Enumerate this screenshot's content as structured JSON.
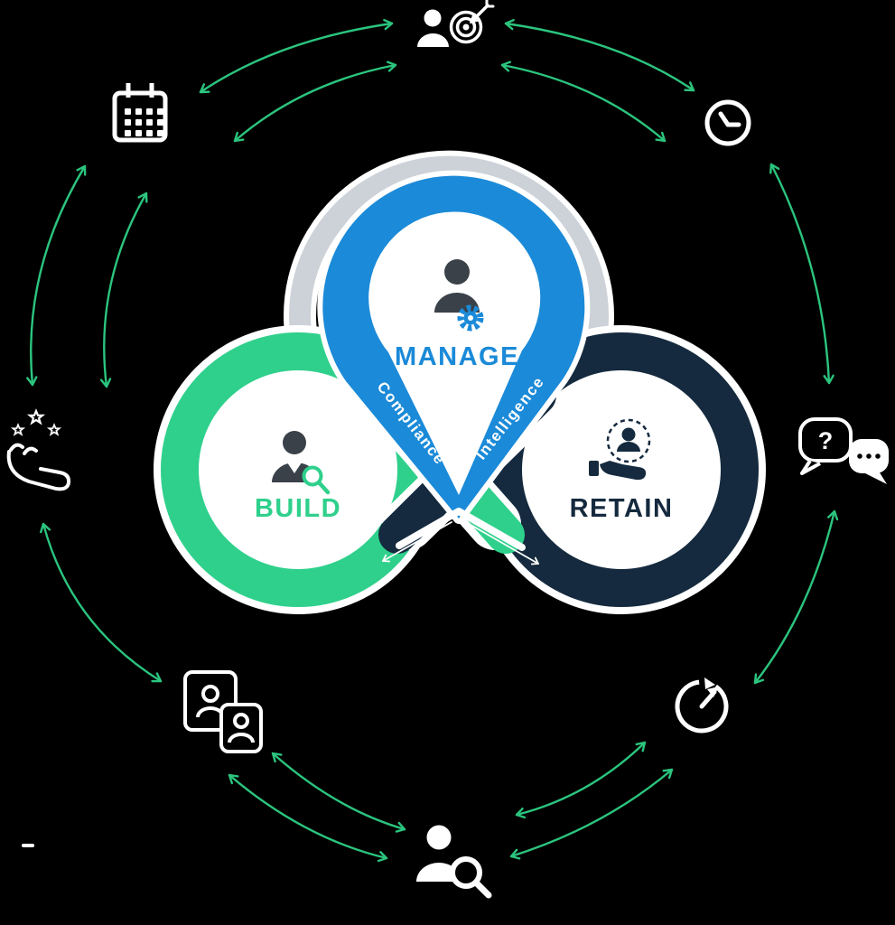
{
  "diagram": {
    "loops": {
      "manage": {
        "label": "MANAGE",
        "color": "#1b8ad8"
      },
      "build": {
        "label": "BUILD",
        "color": "#2fd08c"
      },
      "retain": {
        "label": "RETAIN",
        "color": "#152a3e"
      }
    },
    "ribbon": {
      "left_label": "Compliance",
      "right_label": "Intelligence"
    },
    "chat_bubble": {
      "question_mark": "?"
    },
    "colors": {
      "background": "#000000",
      "cycle_arrows": "#2bc57e",
      "outline": "#ffffff",
      "person_silhouette": "#3a4149",
      "connector_gray": "#ccd2d8"
    },
    "outer_icons": [
      {
        "name": "goal-target-person-icon",
        "position": "top"
      },
      {
        "name": "clock-icon",
        "position": "top-right"
      },
      {
        "name": "chat-bubbles-icon",
        "position": "right"
      },
      {
        "name": "speedometer-icon",
        "position": "bottom-right"
      },
      {
        "name": "person-search-icon",
        "position": "bottom"
      },
      {
        "name": "id-cards-icon",
        "position": "bottom-left"
      },
      {
        "name": "hand-with-stars-icon",
        "position": "left"
      },
      {
        "name": "calendar-icon",
        "position": "top-left"
      }
    ],
    "inner_icons": [
      {
        "name": "person-gear-icon",
        "loop": "manage"
      },
      {
        "name": "person-magnifier-icon",
        "loop": "build"
      },
      {
        "name": "hand-holding-person-icon",
        "loop": "retain"
      }
    ]
  }
}
